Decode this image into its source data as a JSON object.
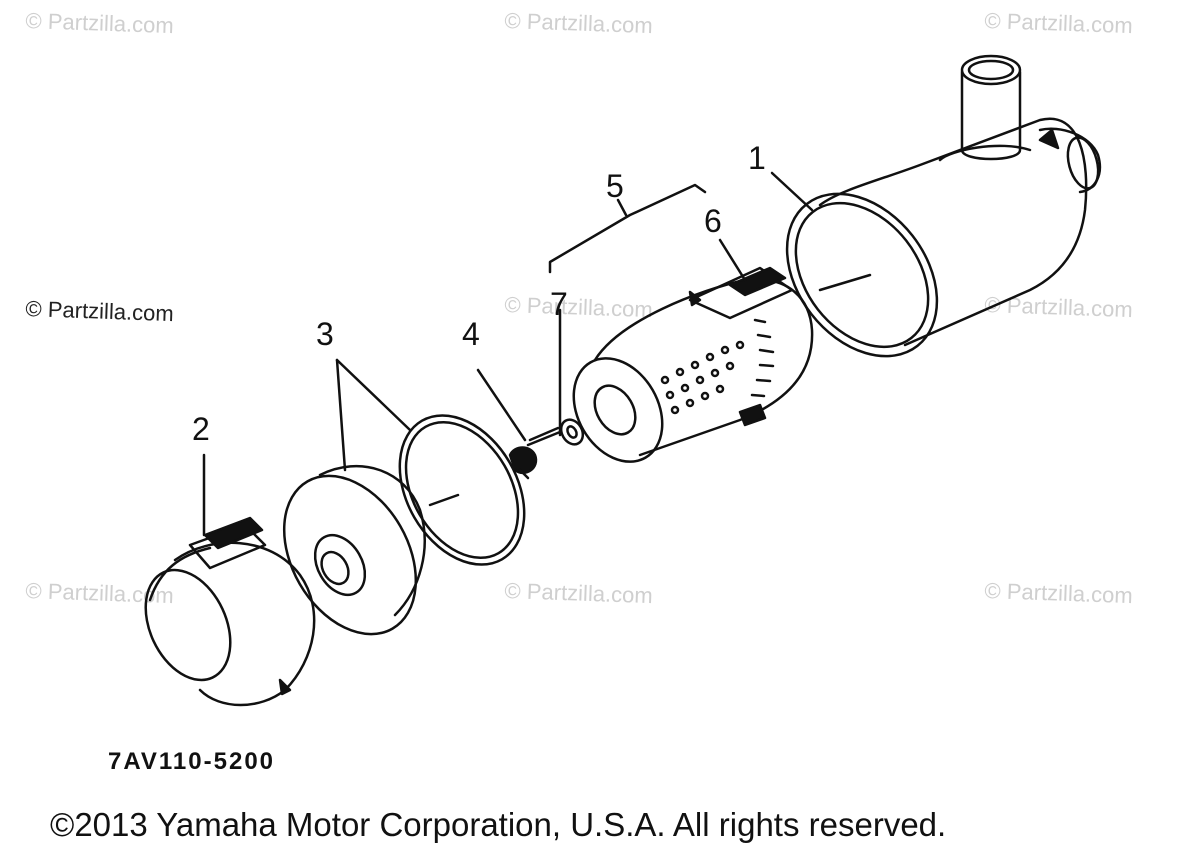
{
  "watermark": {
    "text": "© Partzilla.com"
  },
  "callouts": {
    "c1": "1",
    "c2": "2",
    "c3": "3",
    "c4": "4",
    "c5": "5",
    "c6": "6",
    "c7": "7"
  },
  "part_code": "7AV110-5200",
  "copyright": "©2013 Yamaha Motor Corporation, U.S.A. All rights reserved.",
  "colors": {
    "ink": "#111111",
    "watermark": "#cfcfcf",
    "background": "#ffffff"
  }
}
